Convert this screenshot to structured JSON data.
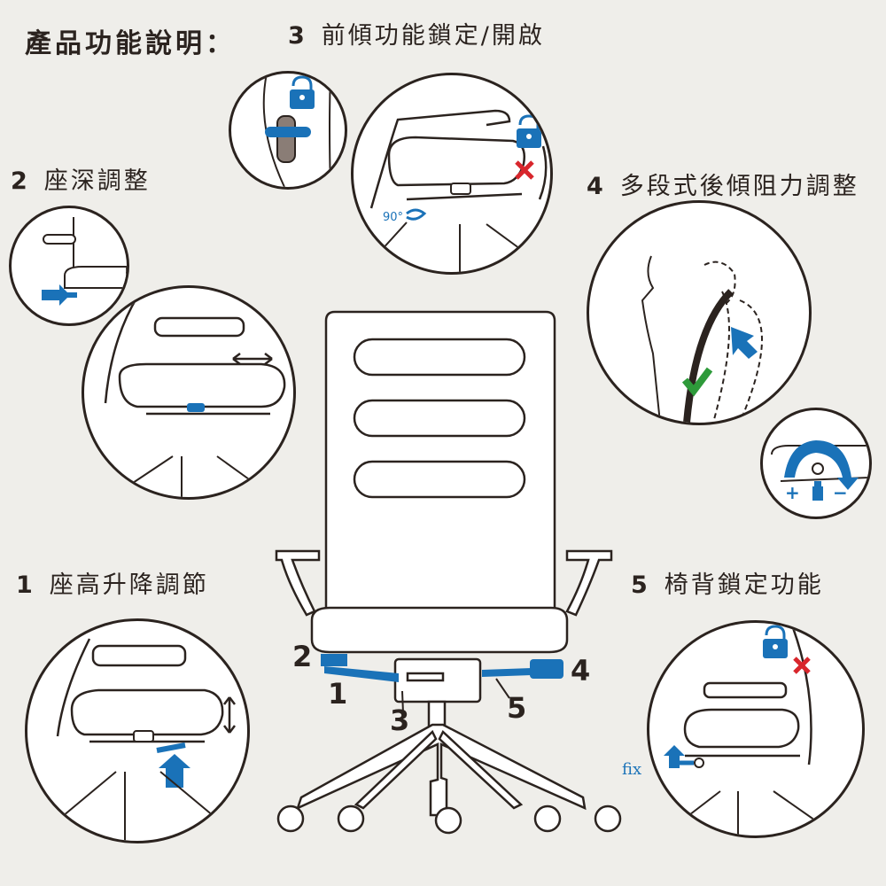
{
  "title": "產品功能說明：",
  "features": [
    {
      "num": "1",
      "label": "座高升降調節"
    },
    {
      "num": "2",
      "label": "座深調整"
    },
    {
      "num": "3",
      "label": "前傾功能鎖定/開啟"
    },
    {
      "num": "4",
      "label": "多段式後傾阻力調整"
    },
    {
      "num": "5",
      "label": "椅背鎖定功能"
    }
  ],
  "callouts": [
    "2",
    "1",
    "3",
    "4",
    "5"
  ],
  "angle_text": "90°",
  "fix_text": "fix",
  "tension_plus": "+",
  "tension_minus": "−",
  "colors": {
    "accent": "#1a72b8",
    "ink": "#2b231f",
    "ok": "#2e9a3a",
    "no": "#d8262c",
    "bg": "#efeeea"
  }
}
